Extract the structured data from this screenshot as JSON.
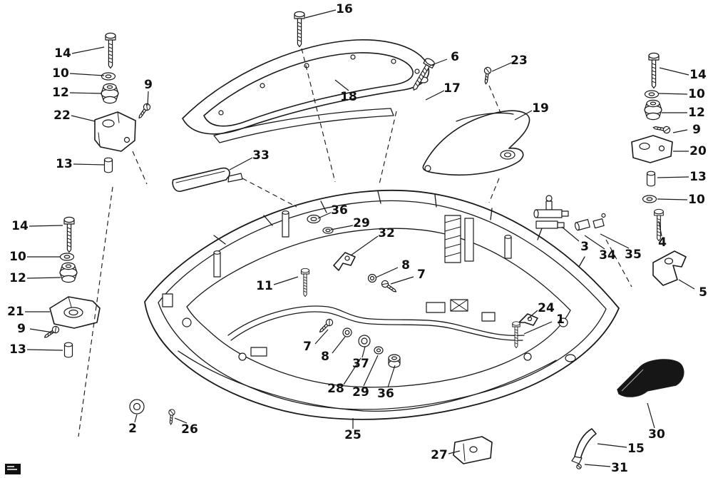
{
  "figure": {
    "kind": "exploded-parts-diagram",
    "ink": "#1a1a1a",
    "paper": "#ffffff",
    "callouts": [
      {
        "label": "16"
      },
      {
        "label": "14"
      },
      {
        "label": "10"
      },
      {
        "label": "12"
      },
      {
        "label": "22"
      },
      {
        "label": "9"
      },
      {
        "label": "13"
      },
      {
        "label": "6"
      },
      {
        "label": "23"
      },
      {
        "label": "18"
      },
      {
        "label": "17"
      },
      {
        "label": "19"
      },
      {
        "label": "14"
      },
      {
        "label": "10"
      },
      {
        "label": "12"
      },
      {
        "label": "9"
      },
      {
        "label": "20"
      },
      {
        "label": "13"
      },
      {
        "label": "10"
      },
      {
        "label": "33"
      },
      {
        "label": "36"
      },
      {
        "label": "29"
      },
      {
        "label": "32"
      },
      {
        "label": "8"
      },
      {
        "label": "7"
      },
      {
        "label": "11"
      },
      {
        "label": "14"
      },
      {
        "label": "10"
      },
      {
        "label": "12"
      },
      {
        "label": "21"
      },
      {
        "label": "9"
      },
      {
        "label": "13"
      },
      {
        "label": "3"
      },
      {
        "label": "34"
      },
      {
        "label": "35"
      },
      {
        "label": "4"
      },
      {
        "label": "5"
      },
      {
        "label": "24"
      },
      {
        "label": "1"
      },
      {
        "label": "7"
      },
      {
        "label": "8"
      },
      {
        "label": "37"
      },
      {
        "label": "28"
      },
      {
        "label": "29"
      },
      {
        "label": "36"
      },
      {
        "label": "2"
      },
      {
        "label": "26"
      },
      {
        "label": "25"
      },
      {
        "label": "27"
      },
      {
        "label": "15"
      },
      {
        "label": "31"
      },
      {
        "label": "30"
      }
    ]
  }
}
